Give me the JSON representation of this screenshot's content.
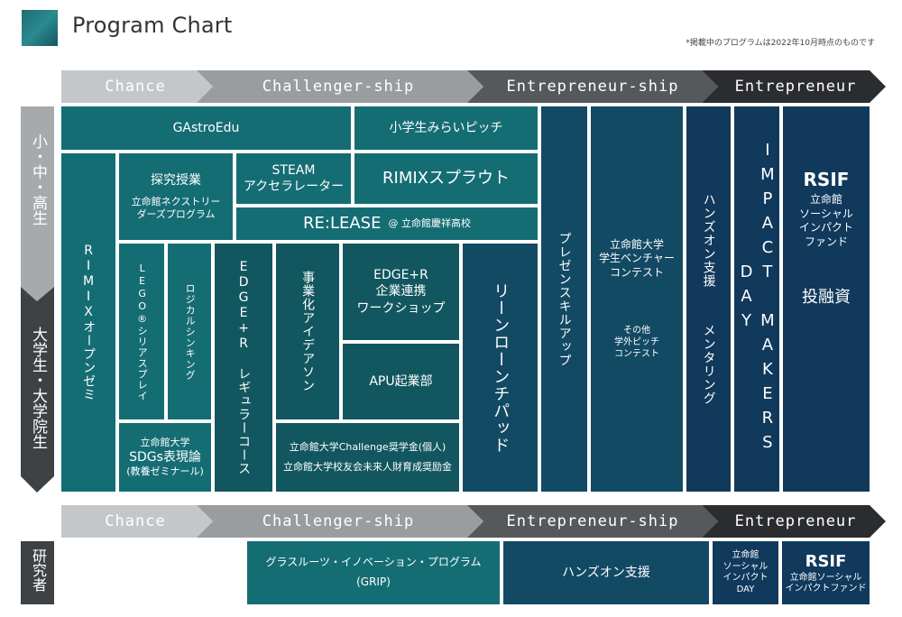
{
  "header": {
    "title": "Program Chart",
    "note": "*掲載中のプログラムは2022年10月時点のものです"
  },
  "phases": [
    "Chance",
    "Challenger-ship",
    "Entrepreneur-ship",
    "Entrepreneur"
  ],
  "side": {
    "school": "小・中・高生",
    "university": "大学生・大学院生",
    "researcher": "研究者"
  },
  "programs": {
    "gastroedu": "GAstroEdu",
    "shogakusei_pitch": "小学生みらいピッチ",
    "rimix_open": "RIMIXオープンゼミ",
    "tankyu_title": "探究授業",
    "tankyu_sub": "立命館ネクストリーダーズプログラム",
    "steam": "STEAM\nアクセラレーター",
    "rimix_sprout": "RIMIXスプラウト",
    "release": "RE:LEASE",
    "release_at": "@ 立命館慶祥高校",
    "lego": "LEGO®シリアスプレイ",
    "logical": "ロジカルシンキング",
    "edge_regular": "EDGE+R レギュラーコース",
    "idea": "事業化アイデアソン",
    "edge_workshop": "EDGE+R\n企業連携\nワークショップ",
    "apu": "APU起業部",
    "lean": "リーンローンチパッド",
    "sdgs_top": "立命館大学",
    "sdgs_mid": "SDGs表現論",
    "sdgs_bot": "(教養ゼミナール)",
    "scholarship1": "立命館大学Challenge奨学金(個人)",
    "scholarship2": "立命館大学校友会未来人財育成奨励金",
    "presen": "プレゼンスキルアップ",
    "venture_contest": "立命館大学\n学生ベンチャー\nコンテスト",
    "other_contest": "その他\n学外ピッチ\nコンテスト",
    "handson": "ハンズオン支援",
    "mentoring": "メンタリング",
    "impact_day": "IMPACT MAKERS DAY",
    "rsif": "RSIF",
    "rsif_sub": "立命館\nソーシャル\nインパクト\nファンド",
    "investment": "投融資"
  },
  "research": {
    "grip": "グラスルーツ・イノベーション・プログラム\n(GRIP)",
    "handson": "ハンズオン支援",
    "impact_day": "立命館\nソーシャル\nインパクト\nDAY",
    "rsif": "RSIF",
    "rsif_sub": "立命館ソーシャル\nインパクトファンド"
  },
  "colors": {
    "chance": "#c4c7ca",
    "challenger": "#9a9da0",
    "entrepreneurship": "#56595c",
    "entrepreneur": "#2a2c2f",
    "teal": "#156d74",
    "navy": "#10395c"
  }
}
